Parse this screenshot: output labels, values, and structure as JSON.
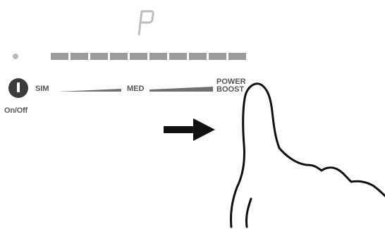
{
  "display": {
    "character": "P"
  },
  "level_indicator": {
    "segments_total": 10,
    "segments_lit": 10
  },
  "controls": {
    "power_button_icon": "power-icon",
    "onoff_label": "On/Off",
    "slider": {
      "sim_label": "SIM",
      "med_label": "MED",
      "power_boost_label_line1": "POWER",
      "power_boost_label_line2": "BOOST"
    }
  },
  "illustration": {
    "arrow_icon": "arrow-right-icon",
    "hand_icon": "pointing-hand-icon"
  },
  "colors": {
    "segment": "#9a9a9a",
    "button": "#3c3c3c",
    "text": "#555555",
    "line": "#707070"
  }
}
